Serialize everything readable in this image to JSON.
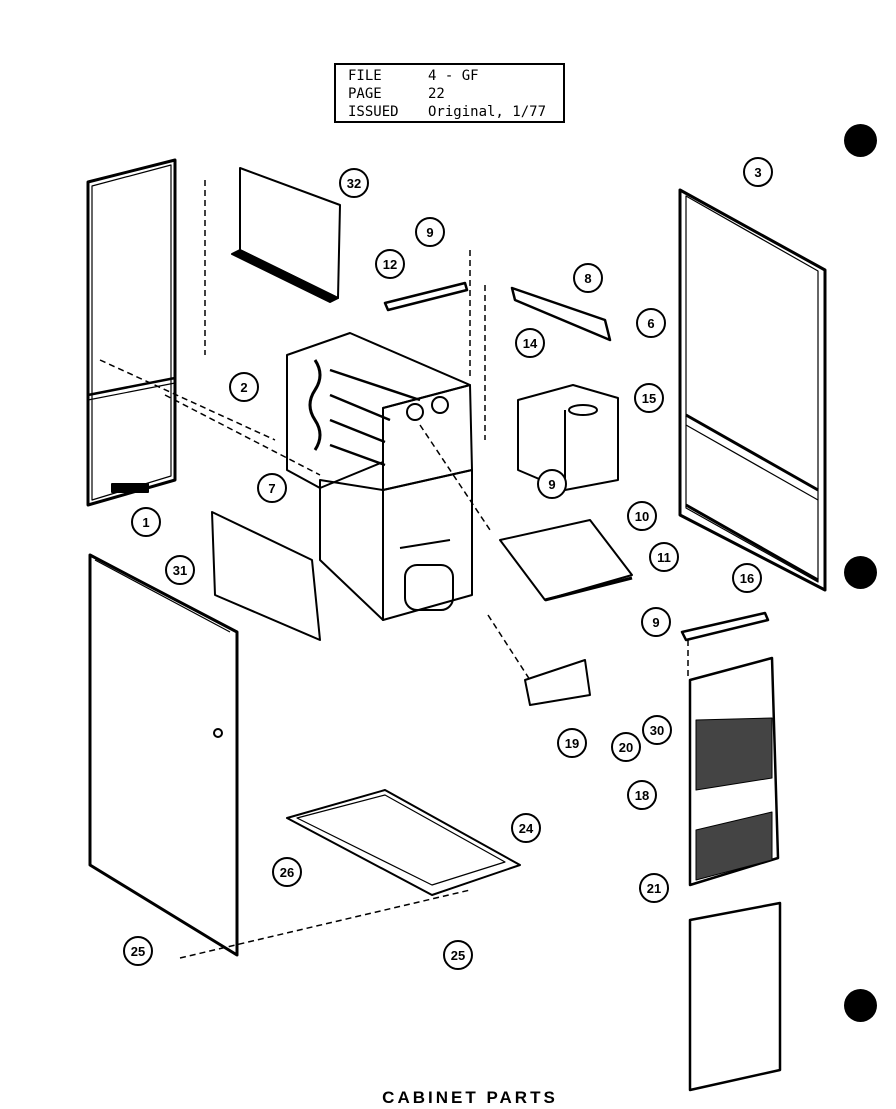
{
  "header": {
    "file_label": "FILE",
    "file_value": "4 - GF",
    "page_label": "PAGE",
    "page_value": "22",
    "issued_label": "ISSUED",
    "issued_value": "Original, 1/77"
  },
  "caption": "CABINET PARTS",
  "callouts": [
    "1",
    "2",
    "3",
    "6",
    "7",
    "8",
    "9",
    "9",
    "9",
    "10",
    "11",
    "12",
    "14",
    "15",
    "16",
    "18",
    "19",
    "20",
    "21",
    "24",
    "25",
    "25",
    "26",
    "30",
    "31",
    "32"
  ],
  "colors": {
    "ink": "#000000",
    "paper": "#ffffff"
  }
}
